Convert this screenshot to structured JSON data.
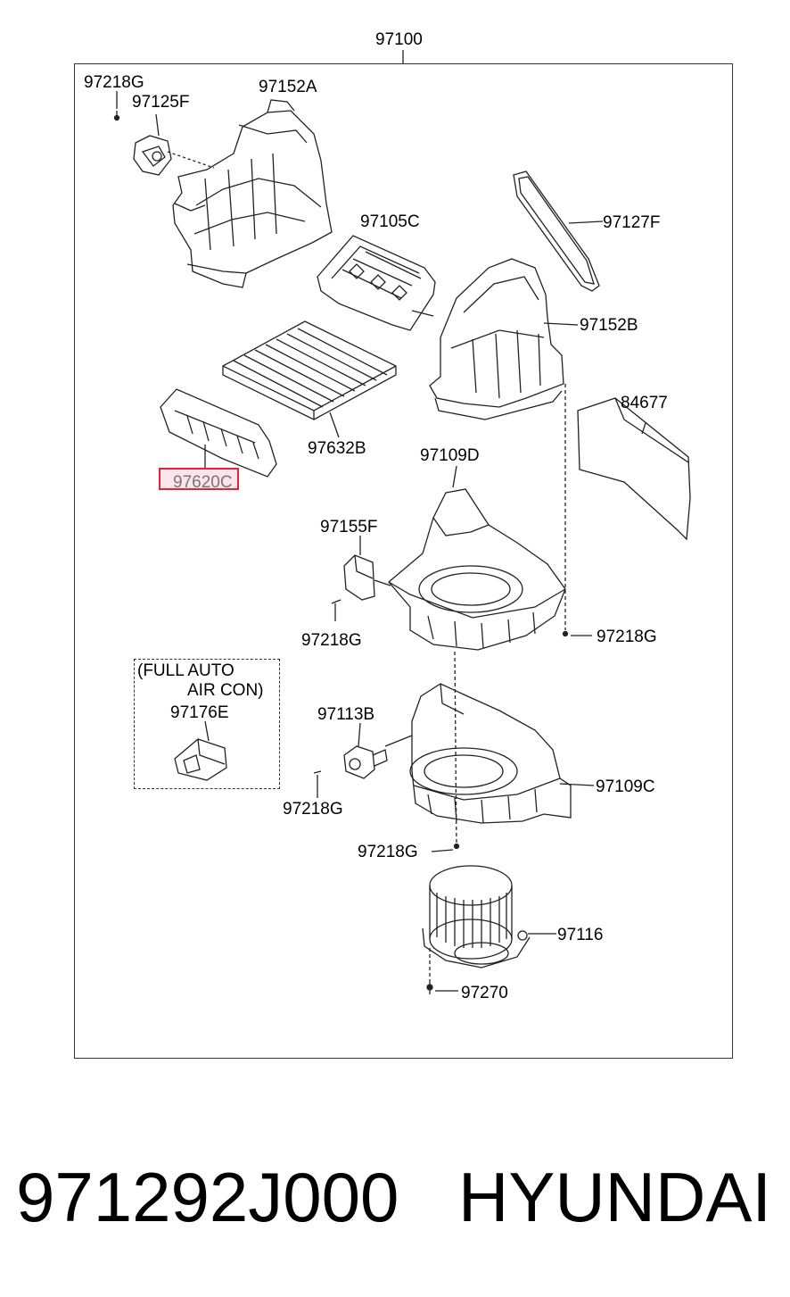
{
  "diagram": {
    "assembly_number": "97100",
    "parts": {
      "p97218G_a": "97218G",
      "p97125F": "97125F",
      "p97152A": "97152A",
      "p97105C": "97105C",
      "p97127F": "97127F",
      "p97152B": "97152B",
      "p84677": "84677",
      "p97632B": "97632B",
      "p97620C": "97620C",
      "p97109D": "97109D",
      "p97155F": "97155F",
      "p97218G_b": "97218G",
      "p97218G_c": "97218G",
      "p97113B": "97113B",
      "p97109C": "97109C",
      "p97218G_d": "97218G",
      "p97218G_e": "97218G",
      "p97116": "97116",
      "p97270": "97270"
    },
    "note": {
      "line1": "(FULL AUTO",
      "line2": "AIR CON)",
      "part": "97176E"
    },
    "highlight_color": "#e0243a"
  },
  "footer": {
    "part_number": "971292J000",
    "brand": "HYUNDAI"
  }
}
